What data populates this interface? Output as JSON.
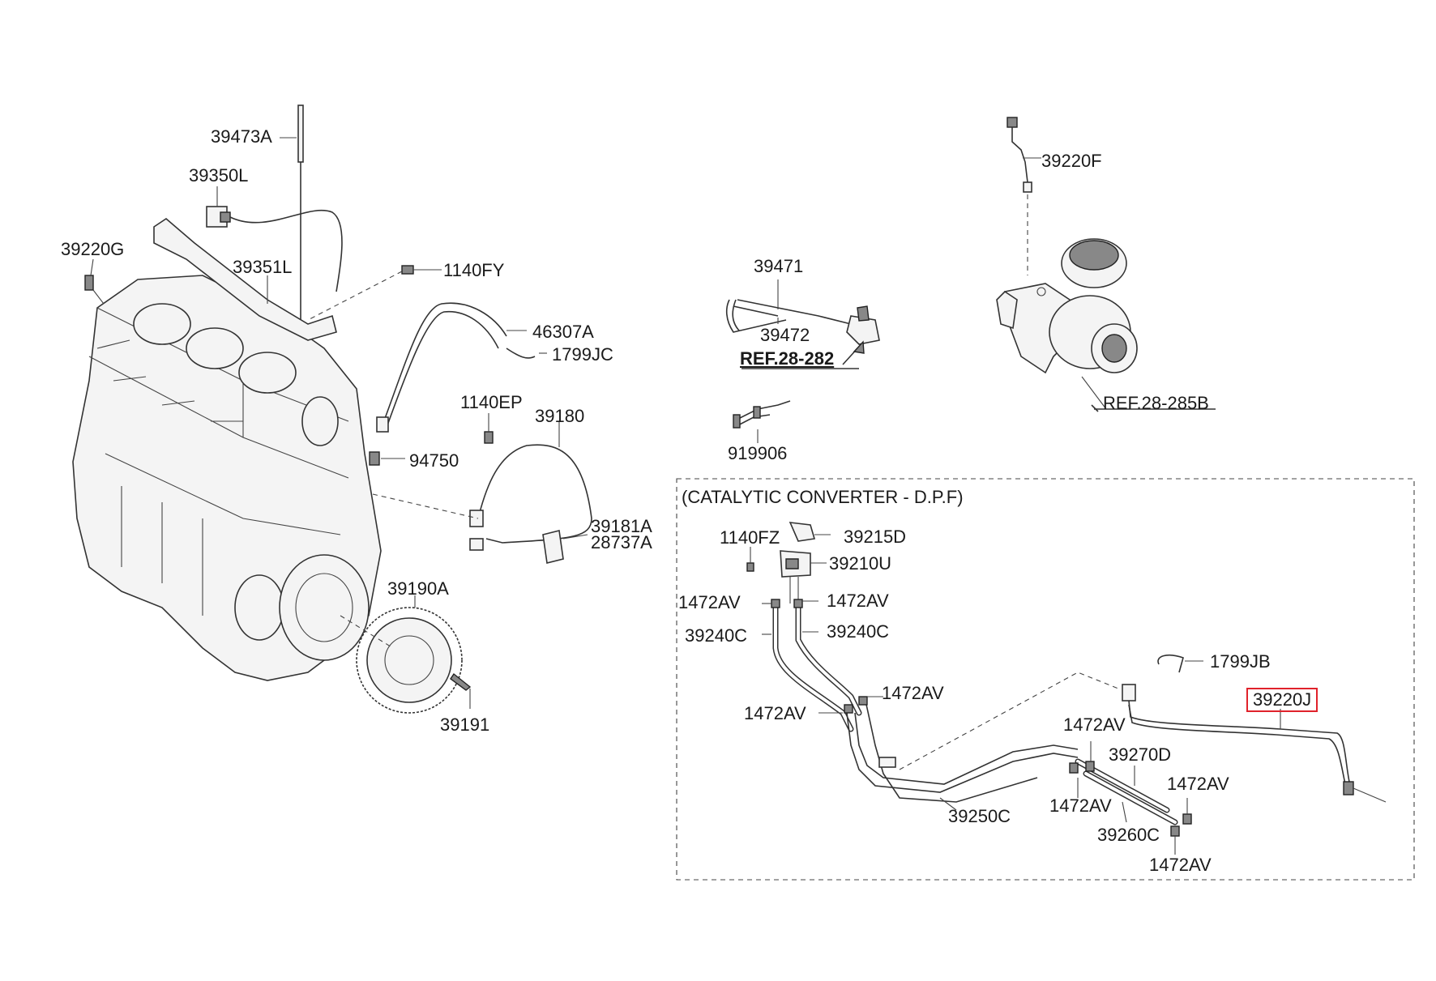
{
  "labels": {
    "p39473A": "39473A",
    "p39350L": "39350L",
    "p39220G": "39220G",
    "p39351L": "39351L",
    "p1140FY": "1140FY",
    "p46307A": "46307A",
    "p1799JC": "1799JC",
    "p1140EP": "1140EP",
    "p39180": "39180",
    "p94750": "94750",
    "p39181A": "39181A",
    "p28737A": "28737A",
    "p39190A": "39190A",
    "p39191": "39191",
    "p39471": "39471",
    "p39472": "39472",
    "ref28282": "REF.28-282",
    "p919906": "919906",
    "p39220F": "39220F",
    "ref28285B": "REF.28-285B",
    "p1140FZ": "1140FZ",
    "p39215D": "39215D",
    "p39210U": "39210U",
    "p1472AV_a": "1472AV",
    "p1472AV_b": "1472AV",
    "p39240C_a": "39240C",
    "p39240C_b": "39240C",
    "p1799JB": "1799JB",
    "p39220J": "39220J",
    "p1472AV_c": "1472AV",
    "p1472AV_d": "1472AV",
    "p1472AV_e": "1472AV",
    "p39270D": "39270D",
    "p1472AV_f": "1472AV",
    "p1472AV_g": "1472AV",
    "p39250C": "39250C",
    "p39260C": "39260C",
    "p1472AV_h": "1472AV"
  },
  "box": {
    "title": "(CATALYTIC CONVERTER - D.P.F)"
  },
  "highlight_color": "#e0222b"
}
